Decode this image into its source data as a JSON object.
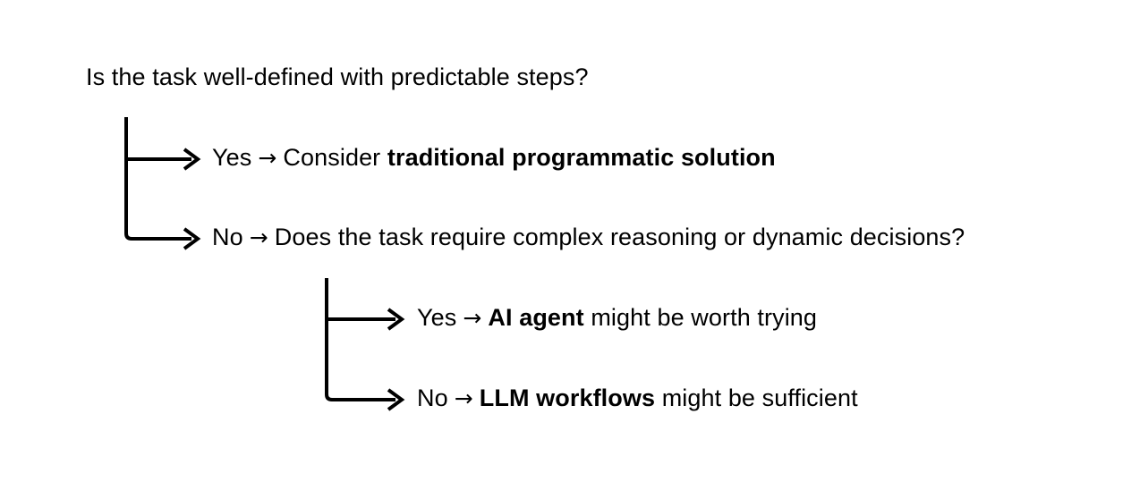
{
  "diagram": {
    "title_text": "Is the task well-defined with predictable steps?",
    "background_color": "#ffffff",
    "stroke_color": "#000000",
    "arrow_glyph": "→",
    "branches": {
      "level1": {
        "yes": {
          "answer": "Yes",
          "text_before": "Consider ",
          "emphasis": "traditional programmatic solution",
          "text_after": ""
        },
        "no": {
          "answer": "No",
          "text_before": "Does the task require complex reasoning or dynamic decisions?",
          "emphasis": "",
          "text_after": ""
        }
      },
      "level2": {
        "yes": {
          "answer": "Yes",
          "text_before": "",
          "emphasis": "AI agent",
          "text_after": " might be worth trying"
        },
        "no": {
          "answer": "No",
          "text_before": "",
          "emphasis": "LLM workflows",
          "text_after": " might be sufficient"
        }
      }
    }
  }
}
